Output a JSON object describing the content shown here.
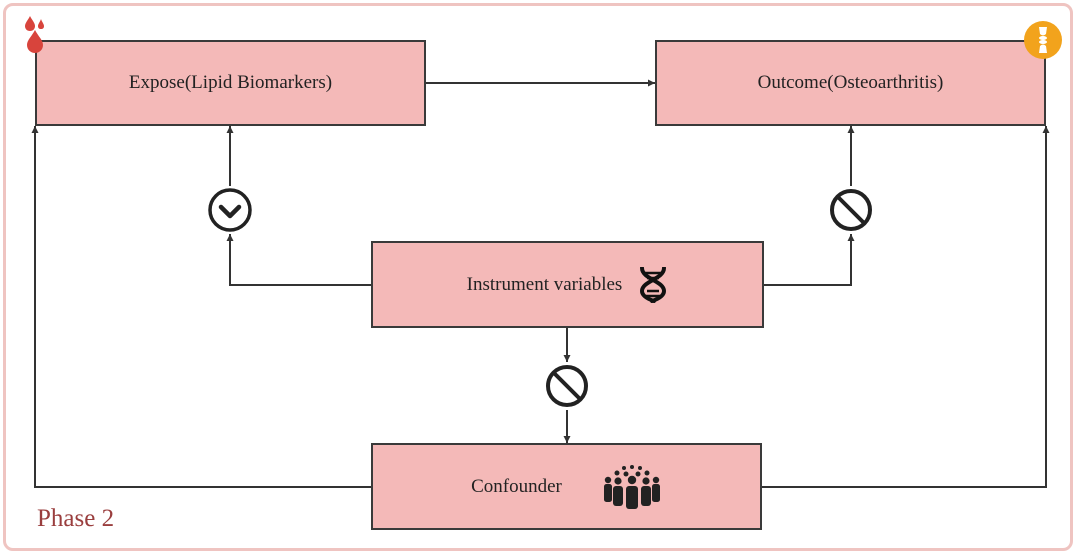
{
  "diagram": {
    "nodes": {
      "exposure": {
        "label": "Expose(Lipid Biomarkers)"
      },
      "outcome": {
        "label": "Outcome(Osteoarthritis)"
      },
      "instrument": {
        "label": "Instrument variables"
      },
      "confounder": {
        "label": "Confounder"
      }
    },
    "phase_label": "Phase 2",
    "edges": [
      {
        "from": "exposure",
        "to": "outcome",
        "marker": "none"
      },
      {
        "from": "instrument",
        "to": "exposure",
        "marker": "check-circle-icon"
      },
      {
        "from": "instrument",
        "to": "outcome",
        "marker": "prohibited-icon"
      },
      {
        "from": "instrument",
        "to": "confounder",
        "marker": "prohibited-icon"
      },
      {
        "from": "confounder",
        "to": "exposure",
        "marker": "none"
      },
      {
        "from": "confounder",
        "to": "outcome",
        "marker": "none"
      }
    ],
    "icons": {
      "exposure_corner": "blood-drops-icon",
      "outcome_corner": "joint-bone-icon",
      "instrument": "dna-icon",
      "confounder": "crowd-icon"
    },
    "colors": {
      "box_fill": "#f4b9b8",
      "box_border": "#3a3a3a",
      "frame_border": "#efc4c1",
      "phase_text": "#9a3e3e",
      "blood_red": "#d8443c",
      "joint_orange": "#f2a31c"
    }
  }
}
